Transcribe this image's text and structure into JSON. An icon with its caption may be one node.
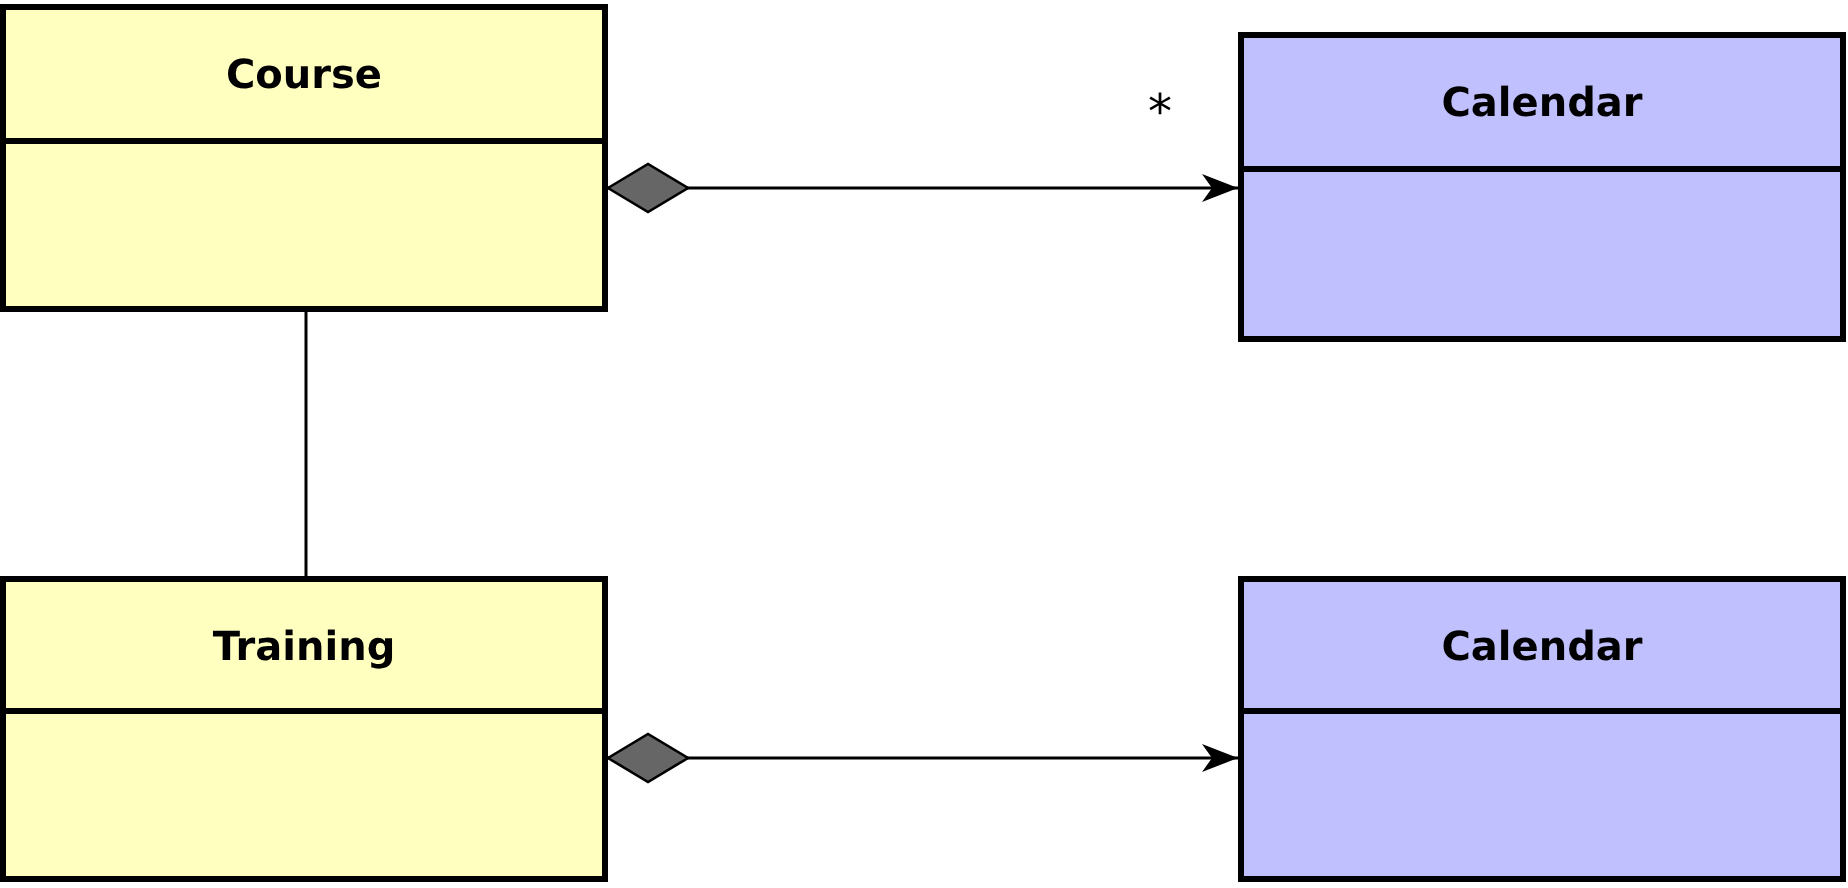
{
  "diagram": {
    "nodes": [
      {
        "text": [
          "Course"
        ]
      },
      {
        "text": [
          "Calendar"
        ]
      },
      {
        "text": [
          "Training"
        ]
      },
      {
        "text": [
          "Calendar"
        ]
      }
    ],
    "edges": [
      {
        "from": 0,
        "to": 1,
        "arrow": "to",
        "label": "*"
      },
      {
        "from": 0,
        "to": 2,
        "arrow": "none"
      },
      {
        "from": 2,
        "to": 3,
        "arrow": "to"
      }
    ]
  }
}
